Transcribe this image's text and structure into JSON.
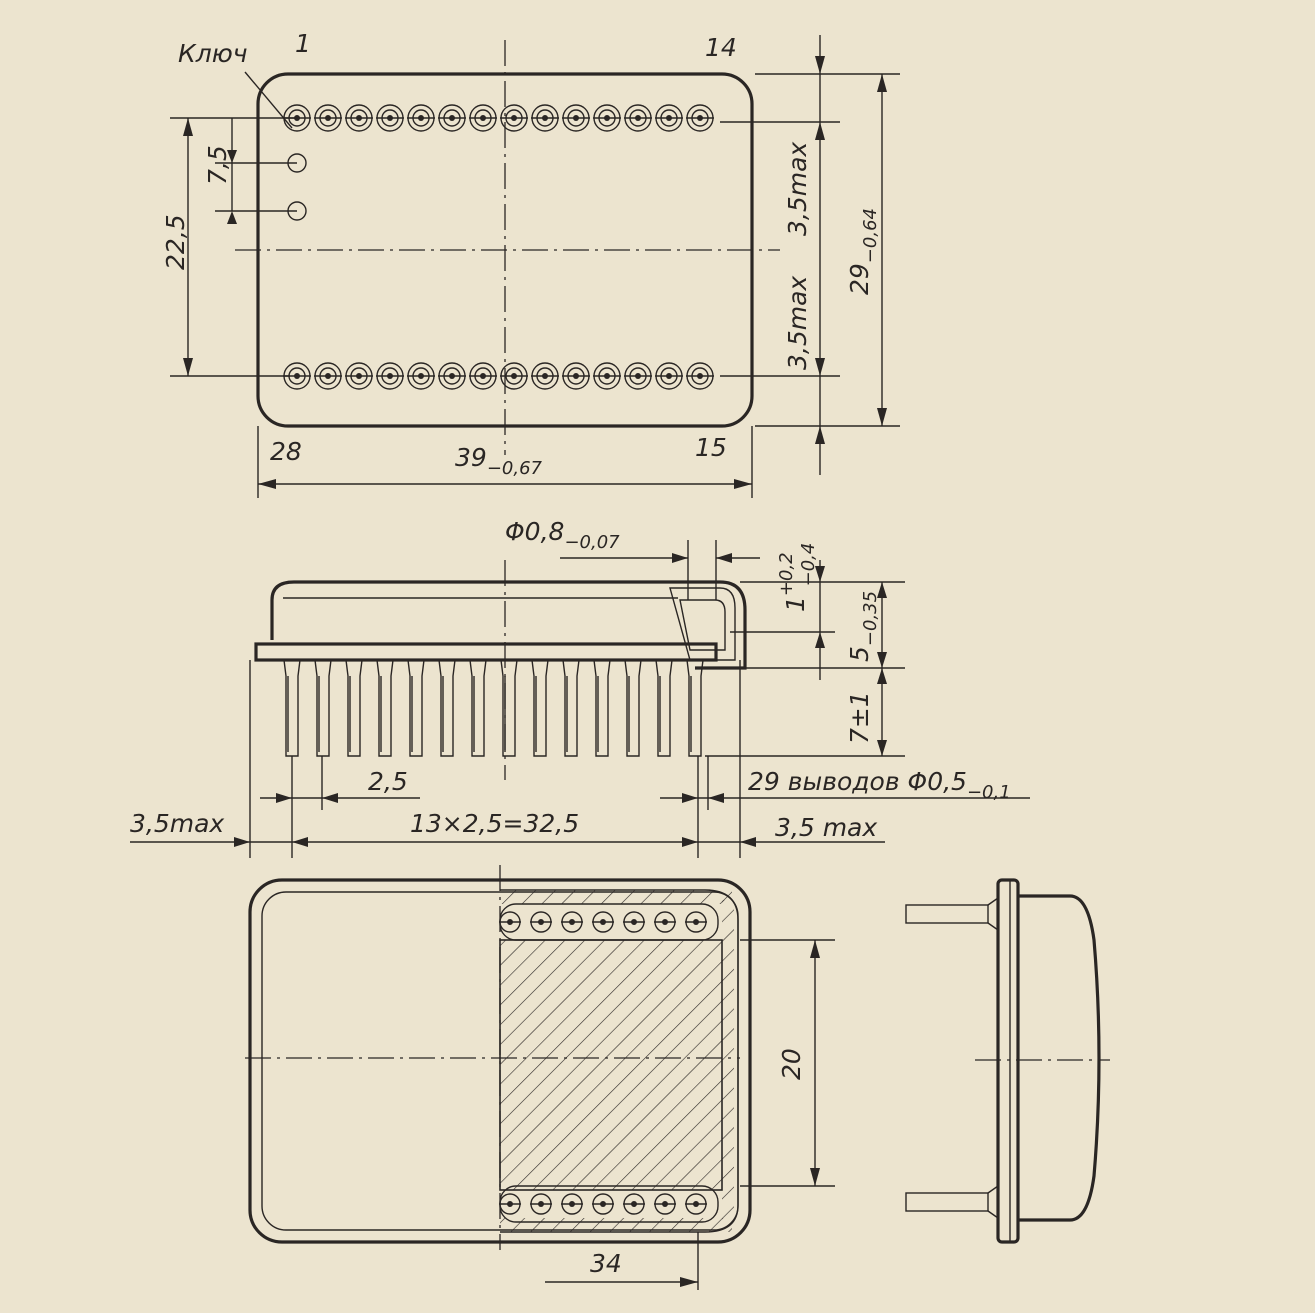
{
  "labels": {
    "key": "Ключ",
    "pin_first": "1",
    "pin_top_right": "14",
    "pin_bottom_left": "28",
    "pin_bottom_right": "15"
  },
  "dims": {
    "length_main": "39",
    "length_tol": "−0,67",
    "width_main": "29",
    "width_tol": "−0,64",
    "row_spacing": "22,5",
    "key_spacing": "7,5",
    "margin_top": "3,5max",
    "margin_bottom": "3,5max",
    "lead_dia_main": "Φ0,8",
    "lead_dia_tol": "−0,07",
    "lid_main": "1",
    "lid_tol_up": "+0,2",
    "lid_tol_down": "−0,4",
    "height_main": "5",
    "height_tol": "−0,35",
    "lead_length": "7±1",
    "pitch": "2,5",
    "leads_note_main": "29 выводов Φ0,5",
    "leads_note_tol": "−0,1",
    "end_left": "3,5max",
    "pitch_total": "13×2,5=32,5",
    "end_right": "3,5 max",
    "inner_width": "20",
    "inner_length": "34"
  }
}
